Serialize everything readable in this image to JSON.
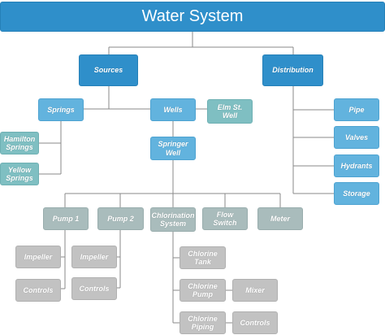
{
  "title": "Water System",
  "nodes": {
    "sources": "Sources",
    "distribution": "Distribution",
    "springs": "Springs",
    "wells": "Wells",
    "elm_st_well": "Elm St. Well",
    "hamilton_springs": "Hamilton Springs",
    "yellow_springs": "Yellow Springs",
    "springer_well": "Springer Well",
    "pipe": "Pipe",
    "valves": "Valves",
    "hydrants": "Hydrants",
    "storage": "Storage",
    "pump1": "Pump 1",
    "pump2": "Pump 2",
    "chlorination_system": "Chlorination System",
    "flow_switch": "Flow Switch",
    "meter": "Meter",
    "pump1_impeller": "Impeller",
    "pump1_controls": "Controls",
    "pump2_impeller": "Impeller",
    "pump2_controls": "Controls",
    "chlorine_tank": "Chlorine Tank",
    "chlorine_pump": "Chlorine Pump",
    "chlorine_piping": "Chlorine Piping",
    "mixer": "Mixer",
    "piping_controls": "Controls"
  },
  "colors": {
    "level1": "#2f8fca",
    "level2": "#62b3de",
    "level3": "#7fbfc2",
    "level4": "#a9bcbc",
    "level5": "#c2c2c2",
    "connector": "#8a8a8a"
  }
}
